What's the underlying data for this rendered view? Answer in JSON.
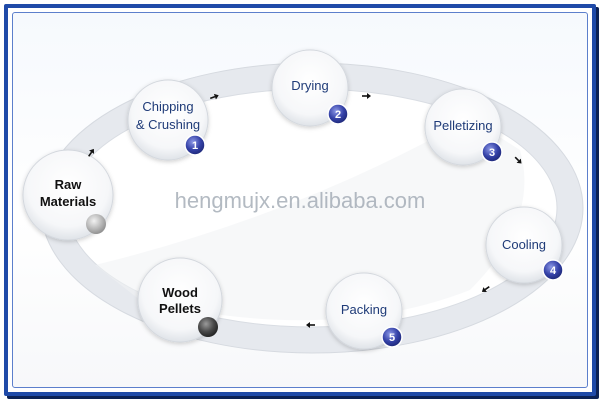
{
  "watermark": "hengmujx.en.alibaba.com",
  "start": {
    "label_line1": "Raw",
    "label_line2": "Materials"
  },
  "end": {
    "label_line1": "Wood",
    "label_line2": "Pellets"
  },
  "steps": [
    {
      "number": "1",
      "label_line1": "Chipping",
      "label_line2": "& Crushing"
    },
    {
      "number": "2",
      "label_line1": "Drying",
      "label_line2": ""
    },
    {
      "number": "3",
      "label_line1": "Pelletizing",
      "label_line2": ""
    },
    {
      "number": "4",
      "label_line1": "Cooling",
      "label_line2": ""
    },
    {
      "number": "5",
      "label_line1": "Packing",
      "label_line2": ""
    }
  ],
  "colors": {
    "frame": "#1f4aa8",
    "badge": "#2c3b9a",
    "step_text": "#1f3b78",
    "ring": "#eef1f5"
  }
}
